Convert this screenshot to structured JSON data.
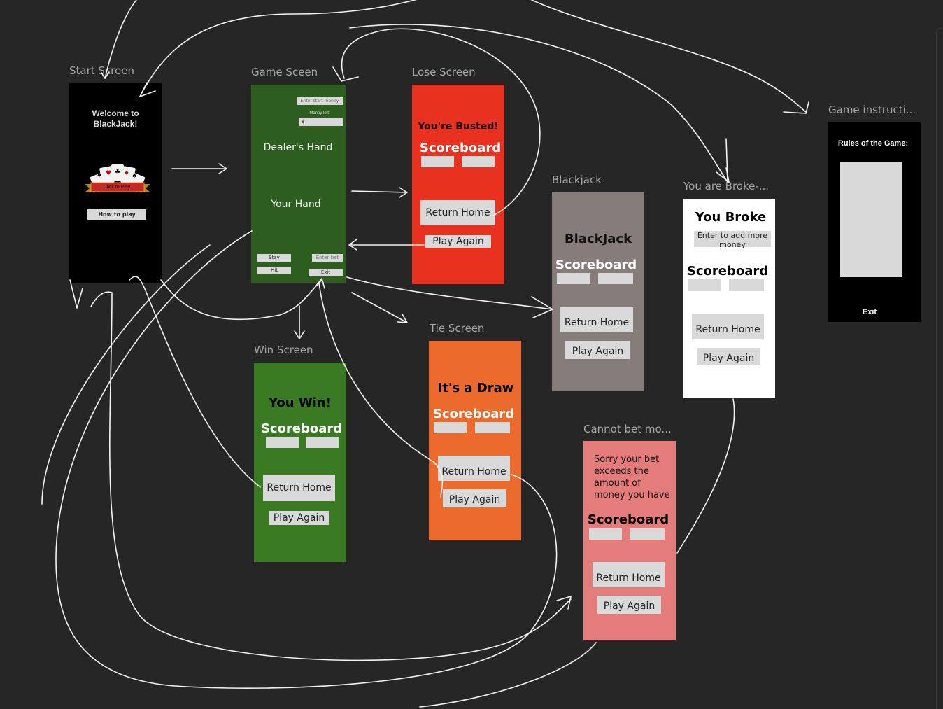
{
  "labels": {
    "start": "Start Screen",
    "game": "Game Sceen",
    "lose": "Lose Screen",
    "blackjack": "Blackjack",
    "broke": "You are Broke-...",
    "instructions": "Game instructi...",
    "win": "Win Screen",
    "tie": "Tie Screen",
    "cannot": "Cannot bet mo..."
  },
  "start": {
    "welcome": "Welcome to BlackJack!",
    "click_to_play": "Click to Play",
    "how_to_play": "How to play"
  },
  "game": {
    "start_money_placeholder": "Enter start money",
    "money_left": "Money left:",
    "dollar": "$",
    "dealer_hand": "Dealer's Hand",
    "your_hand": "Your Hand",
    "stay": "Stay",
    "hit": "Hit",
    "bet_placeholder": "Enter bet",
    "exit": "Exit"
  },
  "lose": {
    "title": "You're Busted!",
    "scoreboard": "Scoreboard",
    "return_home": "Return Home",
    "play_again": "Play Again"
  },
  "blackjack": {
    "title": "BlackJack",
    "scoreboard": "Scoreboard",
    "return_home": "Return Home",
    "play_again": "Play Again"
  },
  "broke": {
    "title": "You Broke",
    "add_money": "Enter to add more money",
    "scoreboard": "Scoreboard",
    "return_home": "Return Home",
    "play_again": "Play Again"
  },
  "instructions": {
    "title": "Rules of the Game:",
    "exit": "Exit"
  },
  "win": {
    "title": "You Win!",
    "scoreboard": "Scoreboard",
    "return_home": "Return Home",
    "play_again": "Play Again"
  },
  "tie": {
    "title": "It's a Draw",
    "scoreboard": "Scoreboard",
    "return_home": "Return Home",
    "play_again": "Play Again"
  },
  "cannot": {
    "message": "Sorry your bet exceeds the amount of money you have",
    "scoreboard": "Scoreboard",
    "return_home": "Return Home",
    "play_again": "Play Again"
  },
  "colors": {
    "canvas": "#262626",
    "start_bg": "#000000",
    "game_bg": "#2e5e1f",
    "lose_bg": "#e8321f",
    "blackjack_bg": "#867c7a",
    "broke_bg": "#ffffff",
    "instructions_bg": "#000000",
    "win_bg": "#3a7a22",
    "tie_bg": "#ec6a2c",
    "cannot_bg": "#e47c7c"
  }
}
